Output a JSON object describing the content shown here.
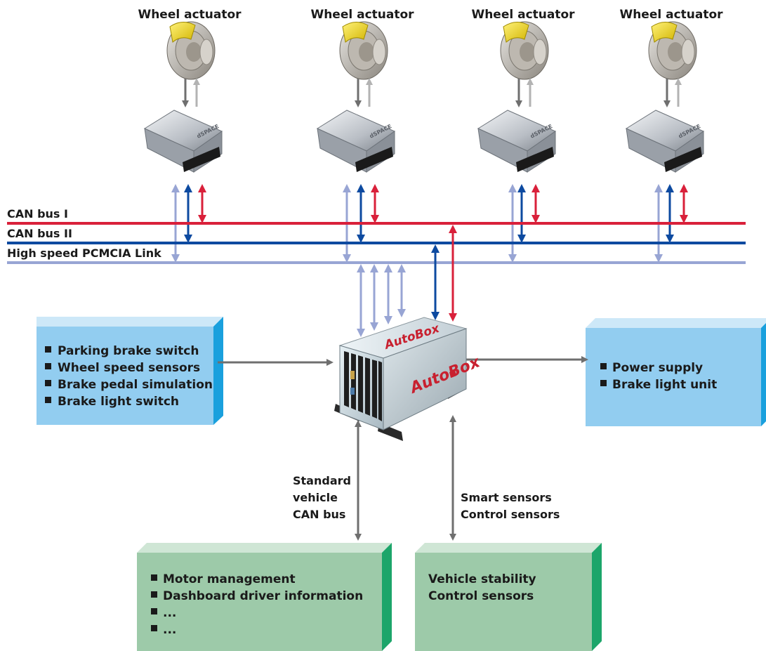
{
  "actuators": [
    {
      "title": "Wheel actuator"
    },
    {
      "title": "Wheel actuator"
    },
    {
      "title": "Wheel actuator"
    },
    {
      "title": "Wheel actuator"
    }
  ],
  "ecu_brand": "dSPACE",
  "buses": [
    {
      "label": "CAN bus I",
      "color": "#d9203a"
    },
    {
      "label": "CAN bus II",
      "color": "#0d4aa0"
    },
    {
      "label": "High speed PCMCIA Link",
      "color": "#98a5d4"
    }
  ],
  "autobox": {
    "label_top": "AutoBox",
    "label_side": "AutoBox"
  },
  "left_box": {
    "items": [
      "Parking brake switch",
      "Wheel speed sensors",
      "Brake pedal simulation",
      "Brake light switch"
    ],
    "color": "#92cdf0"
  },
  "right_box": {
    "items": [
      "Power supply",
      "Brake light unit"
    ],
    "color": "#92cdf0"
  },
  "bottom_left_box": {
    "items": [
      "Motor management",
      "Dashboard driver information",
      "...",
      "..."
    ],
    "color": "#9dcaa9"
  },
  "bottom_right_box": {
    "lines": [
      "Vehicle stability",
      "Control sensors"
    ],
    "color": "#9dcaa9"
  },
  "link_labels": {
    "standard": [
      "Standard",
      "vehicle",
      "CAN bus"
    ],
    "smart": [
      "Smart sensors",
      "Control sensors"
    ]
  },
  "colors": {
    "gray_arrow": "#6f6f6f",
    "light_gray_arrow": "#b3b3b3",
    "blue_accent": "#1aa0dd",
    "green_accent": "#1ca56a"
  }
}
